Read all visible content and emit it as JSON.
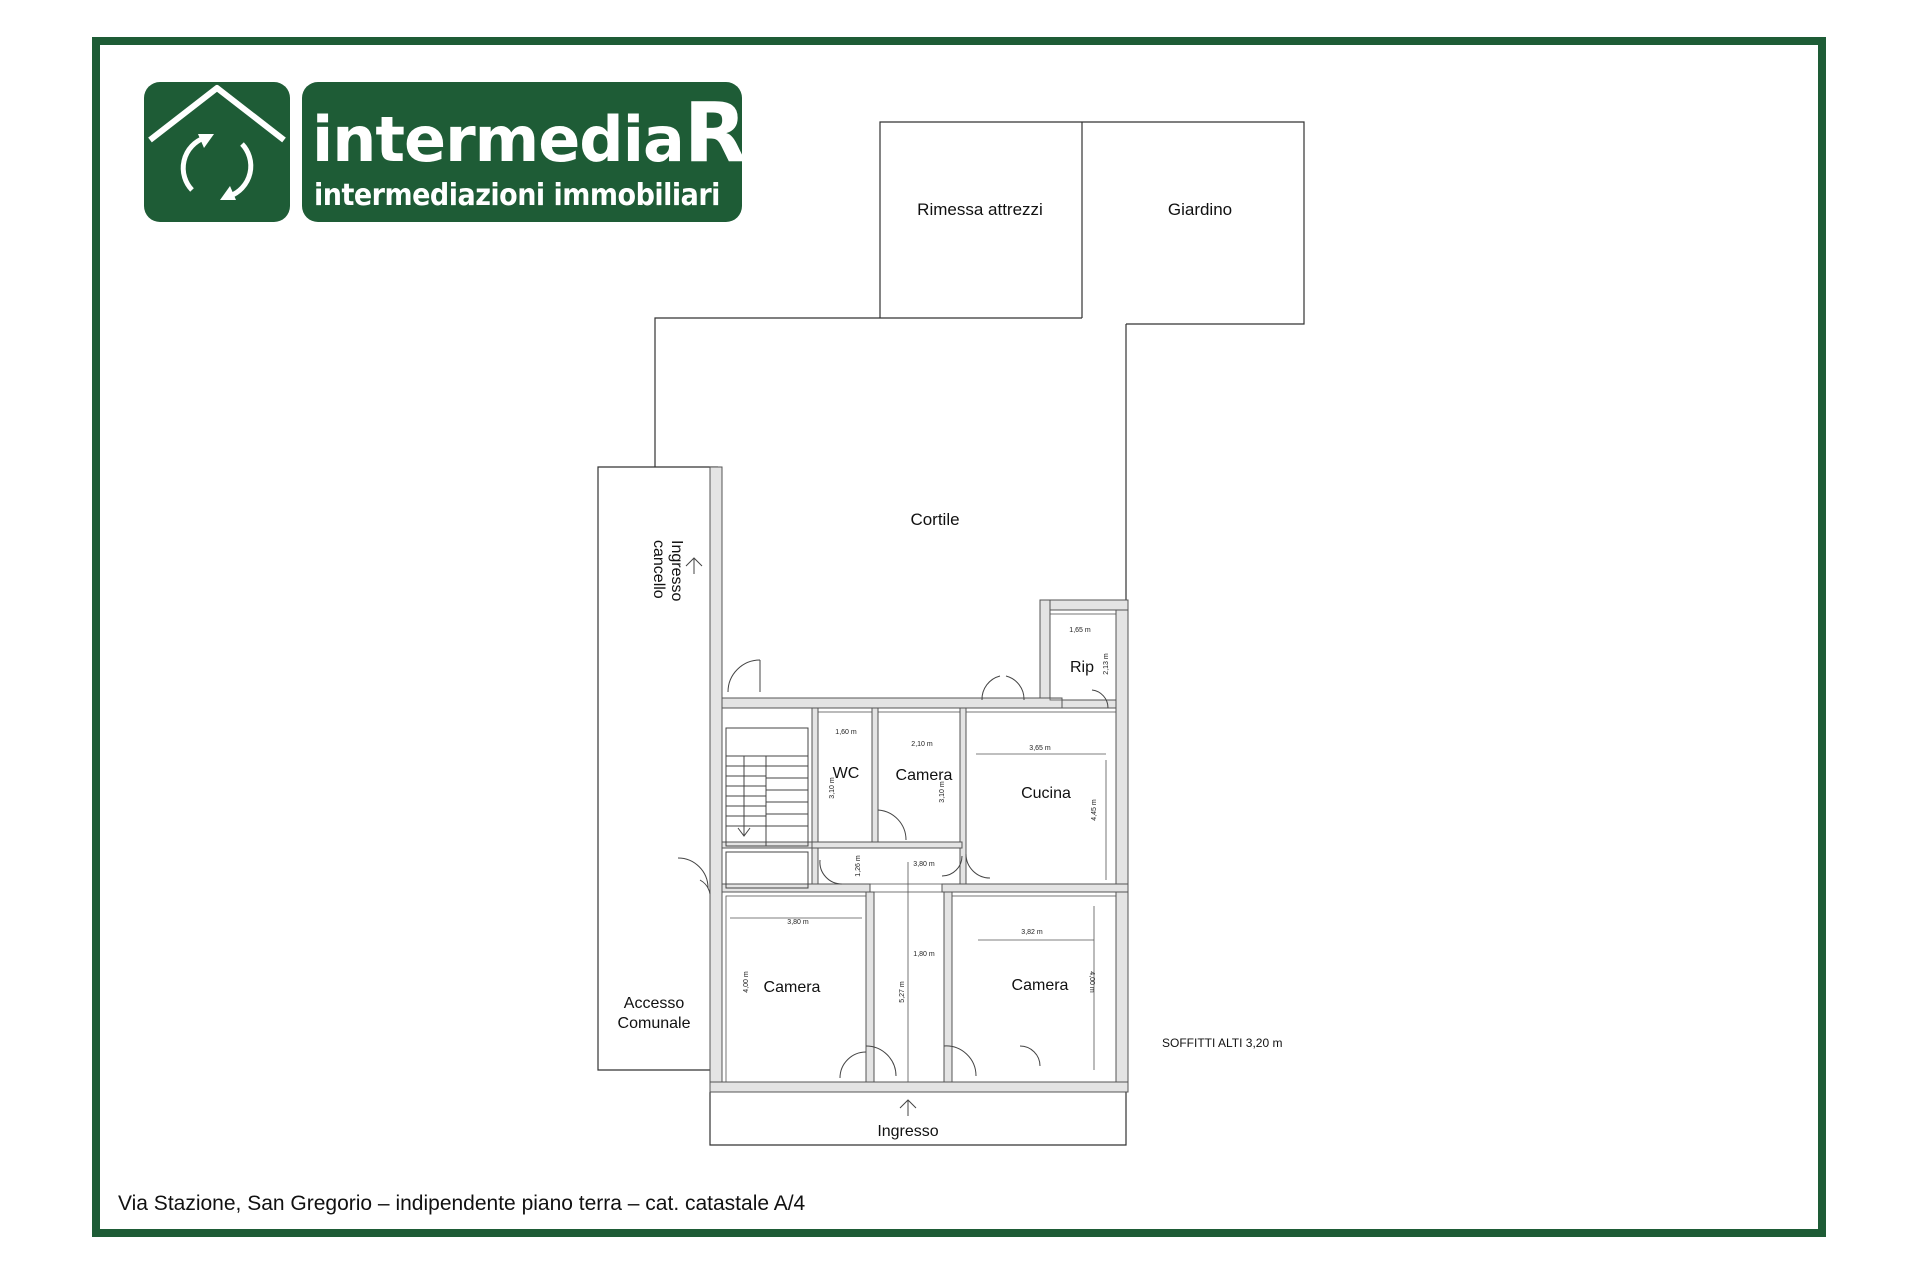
{
  "brand": {
    "name_lower": "intermedia",
    "name_upper": "RE",
    "tagline": "intermediazioni immobiliari",
    "color": "#1e5c36"
  },
  "rooms": {
    "rimessa": "Rimessa attrezzi",
    "giardino": "Giardino",
    "cortile": "Cortile",
    "ingresso_cancello_1": "Ingresso",
    "ingresso_cancello_2": "cancello",
    "rip": "Rip",
    "wc": "WC",
    "camera_small": "Camera",
    "cucina": "Cucina",
    "camera_left": "Camera",
    "camera_right": "Camera",
    "accesso_1": "Accesso",
    "accesso_2": "Comunale",
    "ingresso": "Ingresso"
  },
  "dimensions": {
    "rip_w": "1,65 m",
    "rip_h": "2,13 m",
    "wc_w": "1,60 m",
    "wc_h": "3,10 m",
    "camera_small_w": "2,10 m",
    "camera_small_h": "3,10 m",
    "cucina_w": "3,65 m",
    "cucina_h": "4,45 m",
    "hall_w": "3,80 m",
    "hall_h": "1,26 m",
    "camera_left_w": "3,80 m",
    "camera_left_h": "4,00 m",
    "corridor_w": "1,80 m",
    "corridor_h": "5,27 m",
    "camera_right_w": "3,82 m",
    "camera_right_h": "4,00 m"
  },
  "ceiling_note": "SOFFITTI ALTI 3,20 m",
  "caption": "Via Stazione, San Gregorio – indipendente piano terra – cat. catastale A/4"
}
